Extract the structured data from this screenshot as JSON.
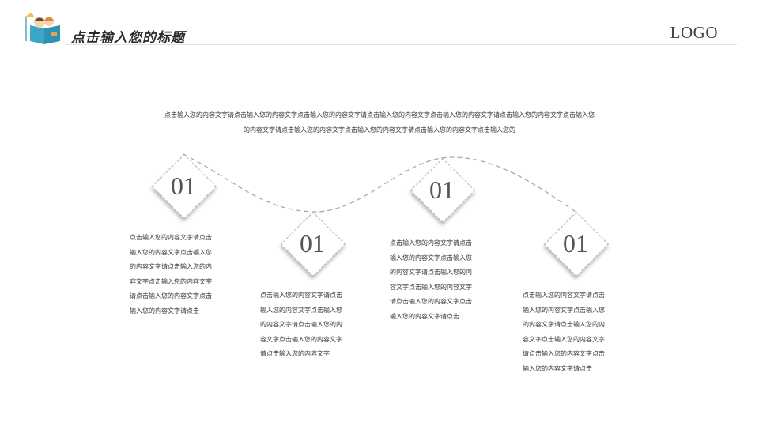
{
  "header": {
    "title": "点击输入您的标题",
    "logo": "LOGO",
    "art_icon": "reading-kids-icon"
  },
  "intro": {
    "line1": "点击输入您的内容文字请点击输入您的内容文字点击输入您的内容文字请点击输入您的内容文字点击输入您的内容文字请点击输入您的内容文字点击输入您",
    "line2": "的内容文字请点击输入您的内容文字点击输入您的内容文字请点击输入您的内容文字点击输入您的"
  },
  "steps": [
    {
      "number": "01",
      "lines": [
        "点击输入您的内容文字请点击",
        "输入您的内容文字点击输入您",
        "的内容文字请点击输入您的内",
        "容文字点击输入您的内容文字",
        "请点击输入您的内容文字点击",
        "输入您的内容文字请点击"
      ]
    },
    {
      "number": "01",
      "lines": [
        "点击输入您的内容文字请点击",
        "输入您的内容文字点击输入您",
        "的内容文字请点击输入您的内",
        "容文字点击输入您的内容文字",
        "请点击输入您的内容文字"
      ]
    },
    {
      "number": "01",
      "lines": [
        "点击输入您的内容文字请点击",
        "输入您的内容文字点击输入您",
        "的内容文字请点击输入您的内",
        "容文字点击输入您的内容文字",
        "请点击输入您的内容文字点击",
        "输入您的内容文字请点击"
      ]
    },
    {
      "number": "01",
      "lines": [
        "点击输入您的内容文字请点击",
        "输入您的内容文字点击输入您",
        "的内容文字请点击输入您的内",
        "容文字点击输入您的内容文字",
        "请点击输入您的内容文字点击",
        "输入您的内容文字请点击"
      ]
    }
  ],
  "colors": {
    "accent_teal": "#3aa7c9",
    "accent_orange": "#f0a04b",
    "dash_line": "#a9a9a9"
  }
}
